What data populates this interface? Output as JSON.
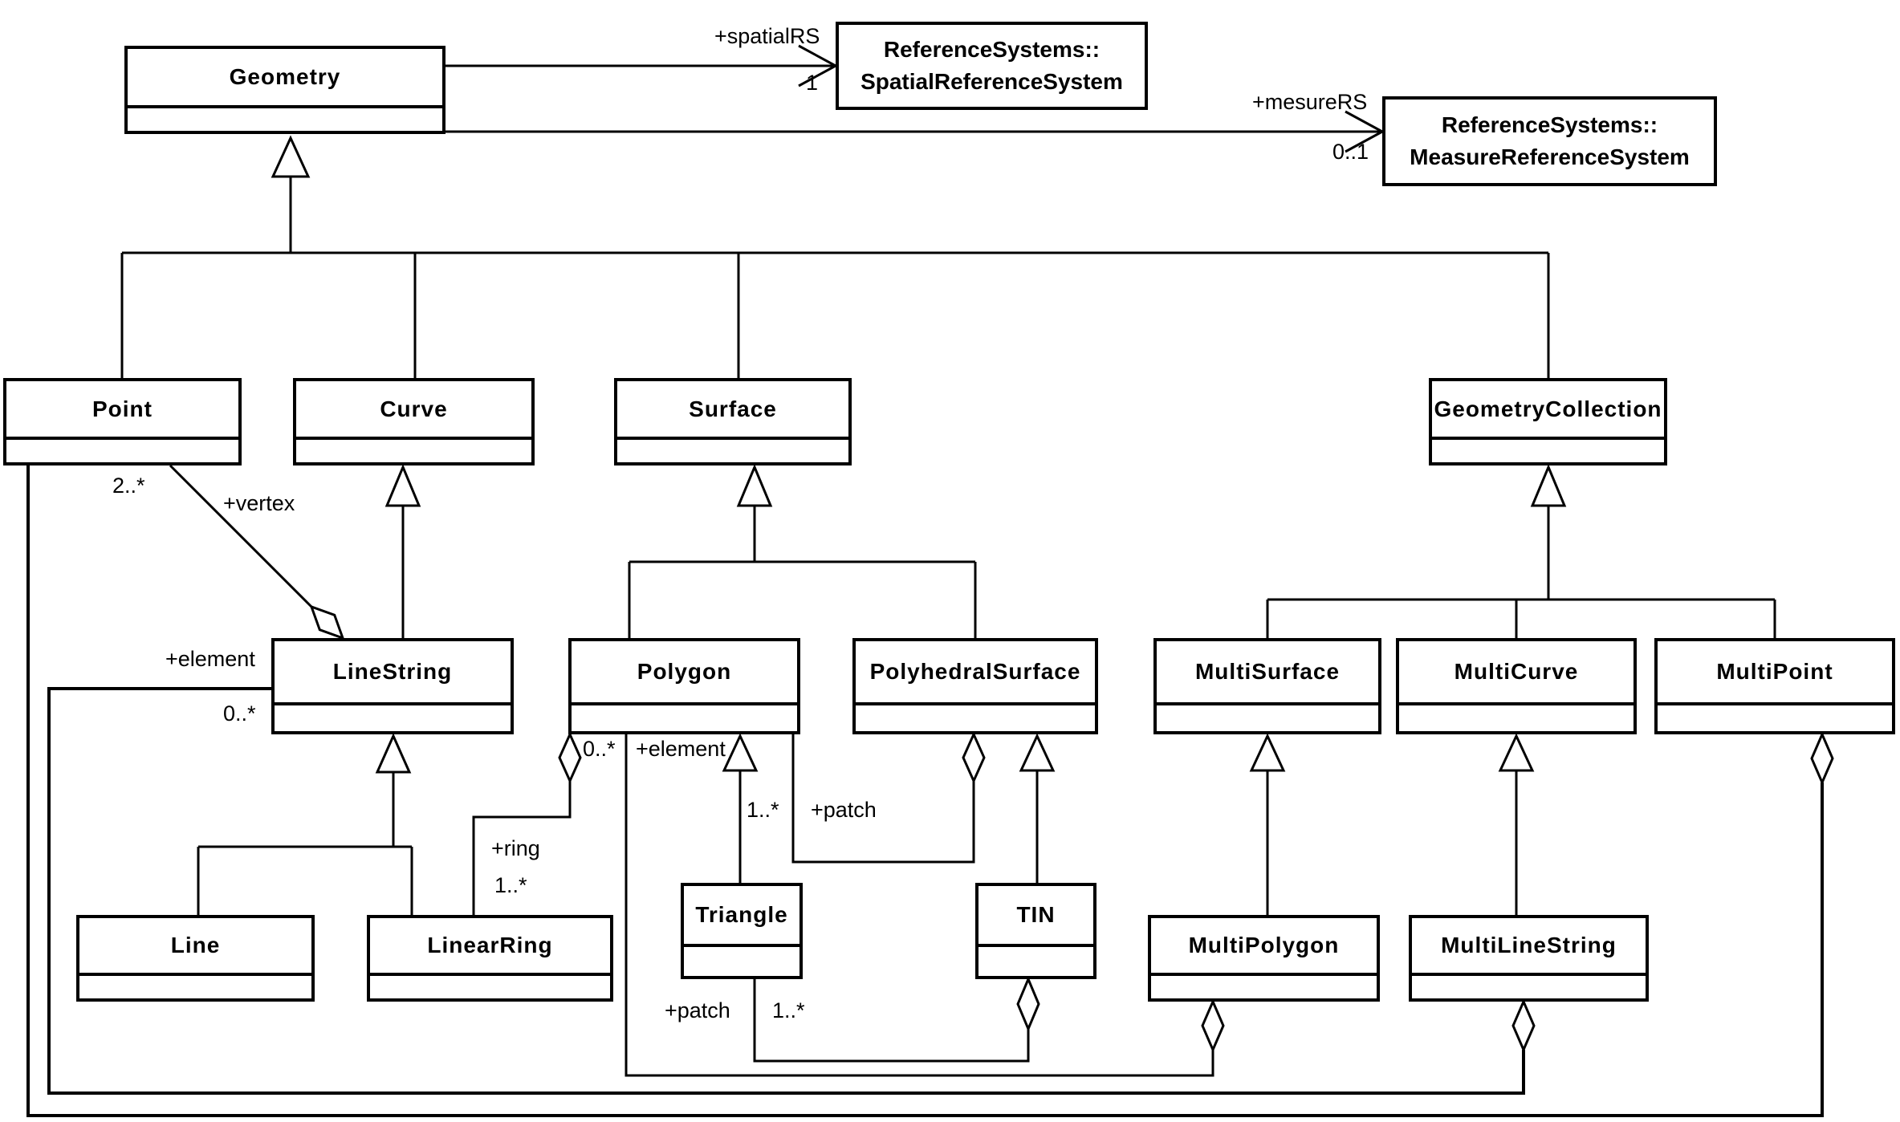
{
  "classes": {
    "geometry": {
      "name": "Geometry"
    },
    "spatial_reference_system": {
      "name_line1": "ReferenceSystems::",
      "name_line2": "SpatialReferenceSystem"
    },
    "measure_reference_system": {
      "name_line1": "ReferenceSystems::",
      "name_line2": "MeasureReferenceSystem"
    },
    "point": {
      "name": "Point"
    },
    "curve": {
      "name": "Curve"
    },
    "surface": {
      "name": "Surface"
    },
    "geometry_collection": {
      "name": "GeometryCollection"
    },
    "line_string": {
      "name": "LineString"
    },
    "polygon": {
      "name": "Polygon"
    },
    "polyhedral_surface": {
      "name": "PolyhedralSurface"
    },
    "multi_surface": {
      "name": "MultiSurface"
    },
    "multi_curve": {
      "name": "MultiCurve"
    },
    "multi_point": {
      "name": "MultiPoint"
    },
    "triangle": {
      "name": "Triangle"
    },
    "tin": {
      "name": "TIN"
    },
    "line": {
      "name": "Line"
    },
    "linear_ring": {
      "name": "LinearRing"
    },
    "multi_polygon": {
      "name": "MultiPolygon"
    },
    "multi_line_string": {
      "name": "MultiLineString"
    }
  },
  "associations": {
    "spatial_rs": {
      "role": "+spatialRS",
      "multiplicity": "1"
    },
    "measure_rs": {
      "role": "+mesureRS",
      "multiplicity": "0..1"
    },
    "vertex": {
      "role": "+vertex",
      "multiplicity": "2..*"
    },
    "ring": {
      "role": "+ring",
      "multiplicity": "1..*"
    },
    "polyhedral_patch": {
      "role": "+patch",
      "multiplicity": "1..*"
    },
    "tin_patch": {
      "role": "+patch",
      "multiplicity": "1..*"
    },
    "multi_polygon_element": {
      "role": "+element",
      "multiplicity": "0..*"
    },
    "multi_line_string_element": {
      "role": "+element",
      "multiplicity": "0..*"
    }
  }
}
